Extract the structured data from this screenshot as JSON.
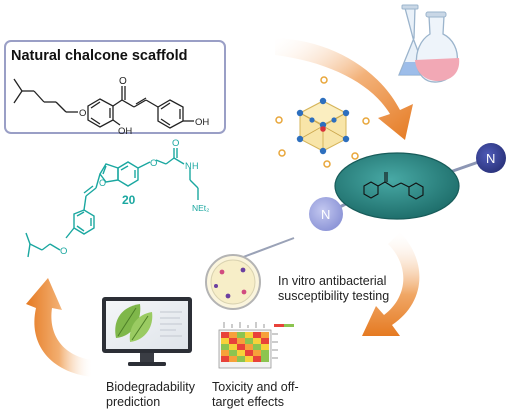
{
  "title": "Natural chalcone scaffold",
  "compound_number": "20",
  "structure_labels": {
    "chalcone_O": "O",
    "chalcone_OH_1": "OH",
    "chalcone_OH_2": "OH",
    "chalcone_ether_O": "O",
    "c20_O_linker": "O",
    "c20_O_carbonyl": "O",
    "c20_NH": "N",
    "c20_H": "H",
    "c20_NEt2": "NEt₂",
    "c20_O_prenyl": "O",
    "c20_O_ring": "O",
    "network_N_left": "N",
    "network_N_right": "N"
  },
  "captions": {
    "invitro_line1": "In vitro antibacterial",
    "invitro_line2": "susceptibility testing",
    "bio_line1": "Biodegradability",
    "bio_line2": "prediction",
    "tox_line1": "Toxicity and off-",
    "tox_line2": "target effects"
  },
  "icons": [
    "flask-icon",
    "crystal-lattice-icon",
    "petri-dish-icon",
    "computer-monitor-icon",
    "heatmap-icon",
    "curved-arrow-icon"
  ],
  "colors": {
    "arrow_orange": "#e8862f",
    "teal": "#1aa7a0",
    "ellipse_teal": "#2f8d8a",
    "node_blue": "#8f97d8",
    "box_border": "#9a9fc6"
  }
}
